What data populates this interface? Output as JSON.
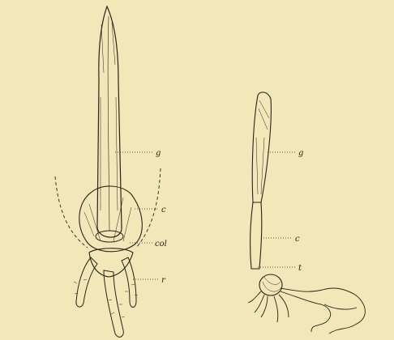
{
  "figure": {
    "left_specimen": {
      "labels": {
        "g": "g",
        "c": "c",
        "col": "col",
        "r": "r"
      }
    },
    "right_specimen": {
      "labels": {
        "g": "g",
        "c": "c",
        "t": "t"
      }
    },
    "colors": {
      "background": "#f3e6b9",
      "ink": "#2a2318"
    }
  }
}
